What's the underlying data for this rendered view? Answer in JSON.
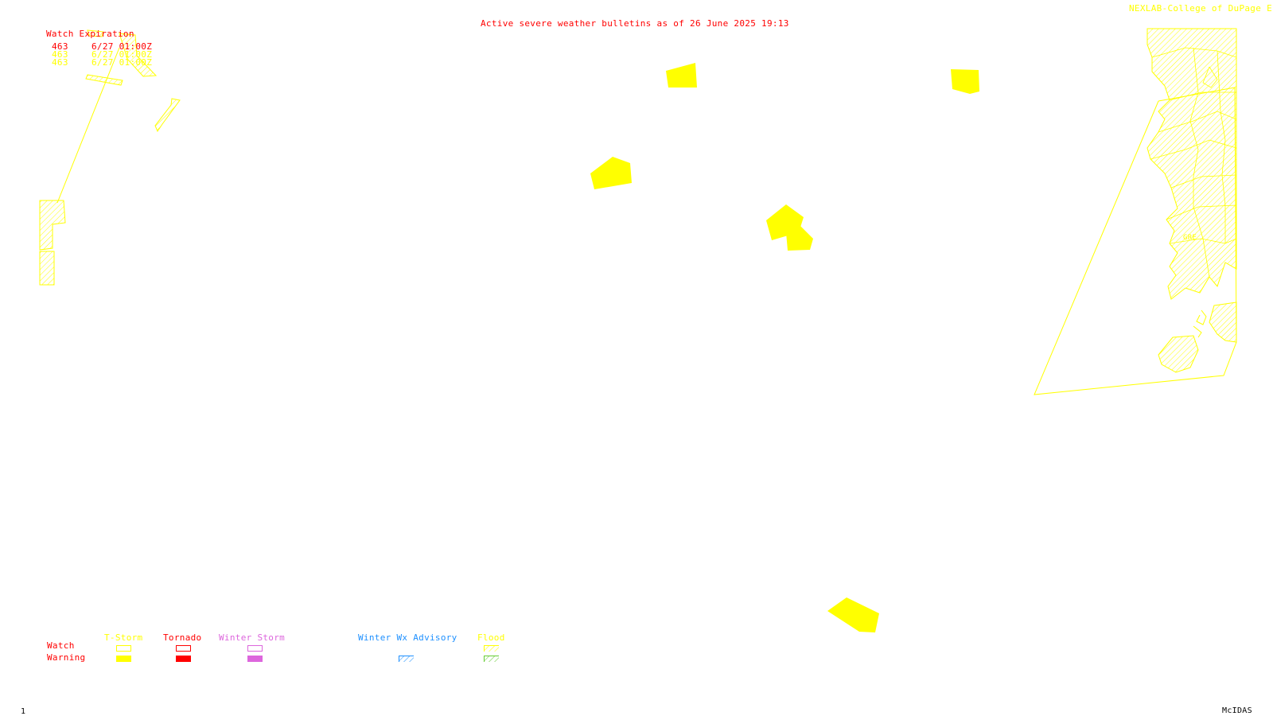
{
  "header": {
    "title": "Active severe weather bulletins as of 26 June 2025 19:13",
    "credit": "NEXLAB-College of DuPage E"
  },
  "watch_table": {
    "heading": "Watch Expiration",
    "rows": [
      {
        "id": "463",
        "expires": "6/27 01:00Z"
      },
      {
        "id": "463",
        "expires": "6/27 01:00Z"
      },
      {
        "id": "463",
        "expires": "6/27 01:00Z"
      }
    ]
  },
  "map_labels": {
    "county_label": "GRE"
  },
  "legend": {
    "row_watch": "Watch",
    "row_warning": "Warning",
    "columns": [
      {
        "label": "T-Storm",
        "color": "#ffff00",
        "watch_style": "outline",
        "warning_style": "solid"
      },
      {
        "label": "Tornado",
        "color": "#ff0000",
        "watch_style": "outline",
        "warning_style": "solid"
      },
      {
        "label": "Winter Storm",
        "color": "#dd66dd",
        "watch_style": "outline",
        "warning_style": "solid"
      },
      {
        "label": "Winter Wx Advisory",
        "color": "#1e90ff",
        "watch_style": "none",
        "warning_style": "hatched"
      },
      {
        "label": "Flood",
        "color": "#ffff00",
        "warning_color": "#66cc33",
        "watch_style": "hatched",
        "warning_style": "hatched"
      }
    ]
  },
  "footer": {
    "frame_number": "1",
    "software": "McIDAS"
  },
  "colors": {
    "title": "#ff0000",
    "tstorm": "#ffff00",
    "tornado": "#ff0000",
    "winter_storm": "#dd66dd",
    "winter_advisory": "#1e90ff",
    "flood": "#ffff00",
    "flood_warning": "#66cc33"
  }
}
